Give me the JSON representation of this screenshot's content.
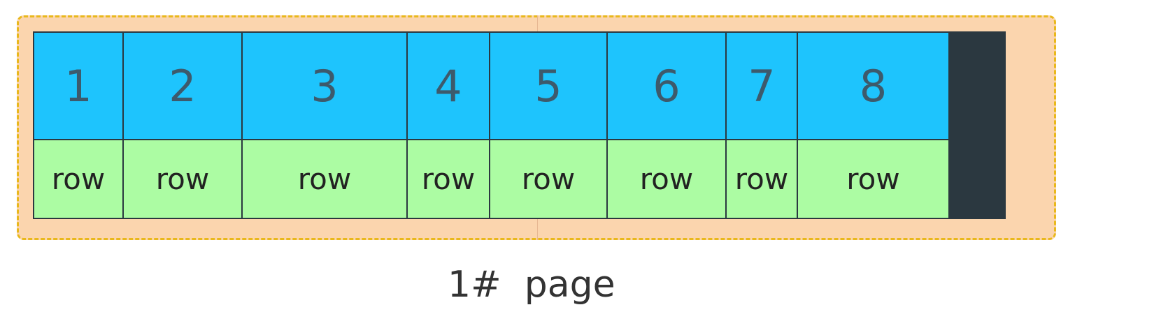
{
  "rows": [
    {
      "number": "1",
      "label": "row"
    },
    {
      "number": "2",
      "label": "row"
    },
    {
      "number": "3",
      "label": "row"
    },
    {
      "number": "4",
      "label": "row"
    },
    {
      "number": "5",
      "label": "row"
    },
    {
      "number": "6",
      "label": "row"
    },
    {
      "number": "7",
      "label": "row"
    },
    {
      "number": "8",
      "label": "row"
    }
  ],
  "caption": "1#  page",
  "colors": {
    "page_fill": "#fbd5ae",
    "page_border": "#e9b81c",
    "number_cell": "#1ec4fd",
    "label_cell": "#acfca3",
    "grid_line": "#2b3840"
  }
}
